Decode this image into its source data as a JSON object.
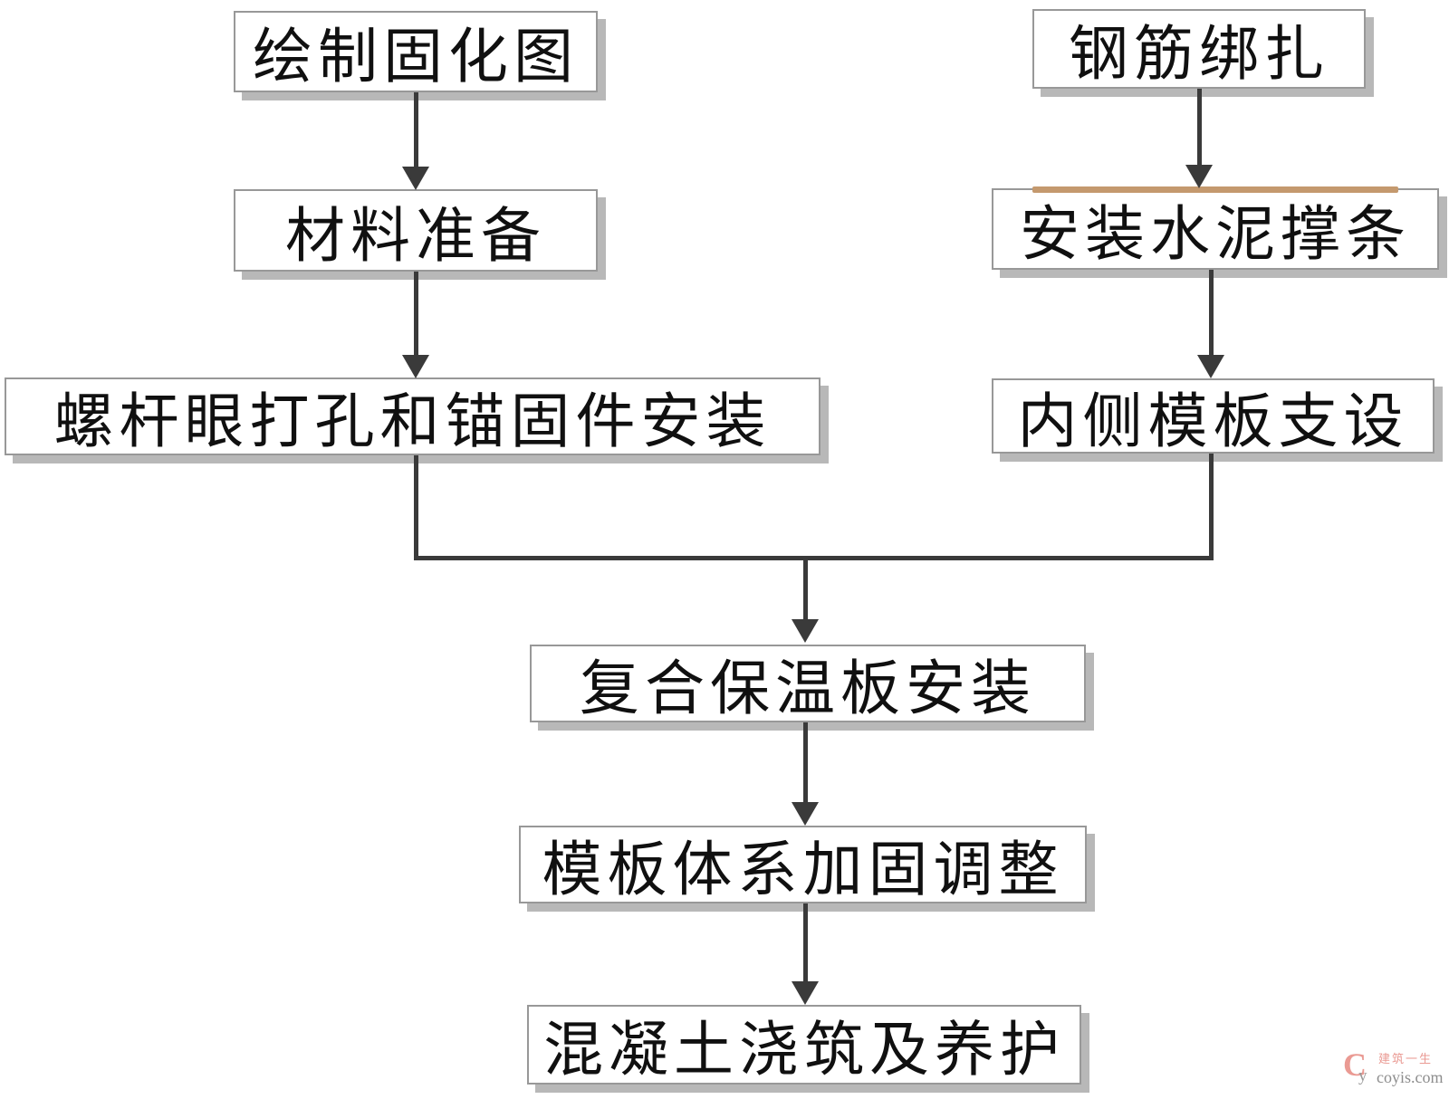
{
  "diagram": {
    "type": "flowchart",
    "direction": "top-down",
    "nodes": [
      {
        "id": "draw-curing-diagram",
        "label": "绘制固化图"
      },
      {
        "id": "material-preparation",
        "label": "材料准备"
      },
      {
        "id": "screw-hole-drilling-and-anchor-installation",
        "label": "螺杆眼打孔和锚固件安装"
      },
      {
        "id": "rebar-tying",
        "label": "钢筋绑扎"
      },
      {
        "id": "install-cement-battens",
        "label": "安装水泥撑条"
      },
      {
        "id": "inner-formwork-erection",
        "label": "内侧模板支设"
      },
      {
        "id": "composite-insulation-board-installation",
        "label": "复合保温板安装"
      },
      {
        "id": "formwork-system-reinforcement-adjustment",
        "label": "模板体系加固调整"
      },
      {
        "id": "concrete-pouring-and-curing",
        "label": "混凝土浇筑及养护"
      }
    ],
    "edges": [
      {
        "from": "draw-curing-diagram",
        "to": "material-preparation"
      },
      {
        "from": "material-preparation",
        "to": "screw-hole-drilling-and-anchor-installation"
      },
      {
        "from": "rebar-tying",
        "to": "install-cement-battens"
      },
      {
        "from": "install-cement-battens",
        "to": "inner-formwork-erection"
      },
      {
        "from": "screw-hole-drilling-and-anchor-installation",
        "to": "composite-insulation-board-installation"
      },
      {
        "from": "inner-formwork-erection",
        "to": "composite-insulation-board-installation"
      },
      {
        "from": "composite-insulation-board-installation",
        "to": "formwork-system-reinforcement-adjustment"
      },
      {
        "from": "formwork-system-reinforcement-adjustment",
        "to": "concrete-pouring-and-curing"
      }
    ]
  },
  "watermark": {
    "logo_c": "C",
    "logo_y": "y",
    "brand": "建筑一生",
    "site": "coyis.com"
  },
  "colors": {
    "arrow": "#3a3a3a",
    "box_border": "#989898",
    "box_shadow": "#b8b8b8",
    "highlight_bar": "#c4996e",
    "watermark_pink": "#ea9a93",
    "watermark_gray": "#8d8d8d"
  }
}
